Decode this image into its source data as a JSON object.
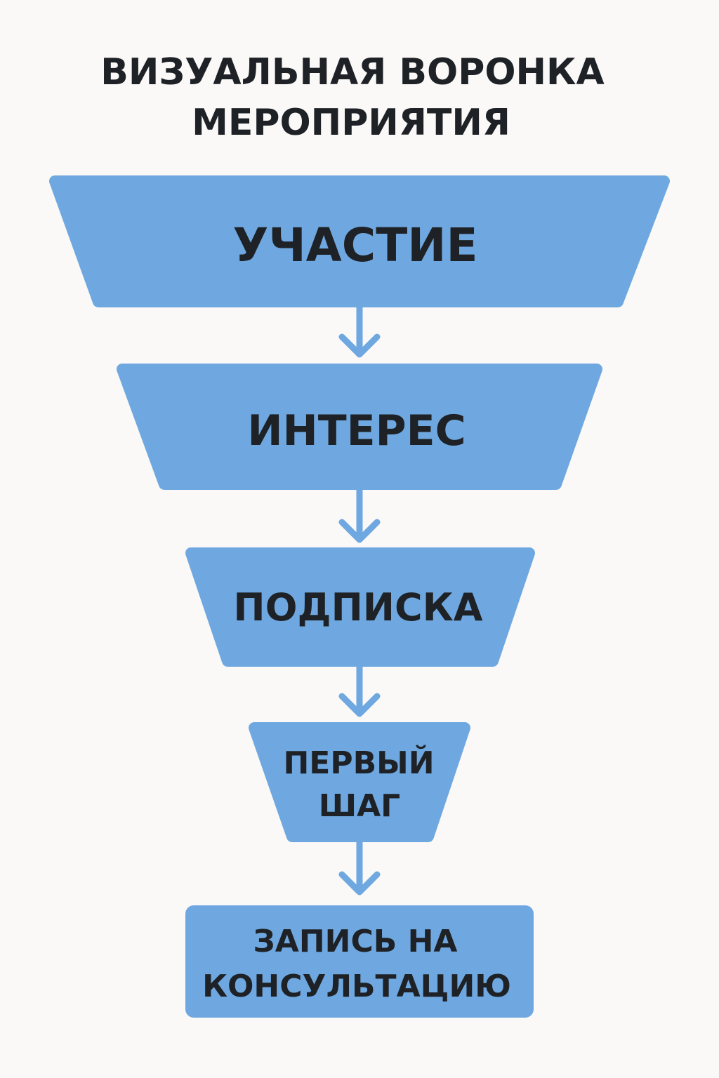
{
  "title": {
    "line1": "ВИЗУАЛЬНАЯ ВОРОНКА",
    "line2": "МЕРОПРИЯТИЯ"
  },
  "stages": [
    {
      "lines": [
        "УЧАСТИЕ"
      ]
    },
    {
      "lines": [
        "ИНТЕРЕС"
      ]
    },
    {
      "lines": [
        "ПОДПИСКА"
      ]
    },
    {
      "lines": [
        "ПЕРВЫЙ",
        "ШАГ"
      ]
    },
    {
      "lines": [
        "ЗАПИСЬ НА",
        "КОНСУЛЬТАЦИЮ"
      ]
    }
  ],
  "colors": {
    "stage_fill": "#6fa8e0",
    "arrow": "#6fa8e0",
    "text": "#1e2226",
    "background": "#faf9f7"
  }
}
